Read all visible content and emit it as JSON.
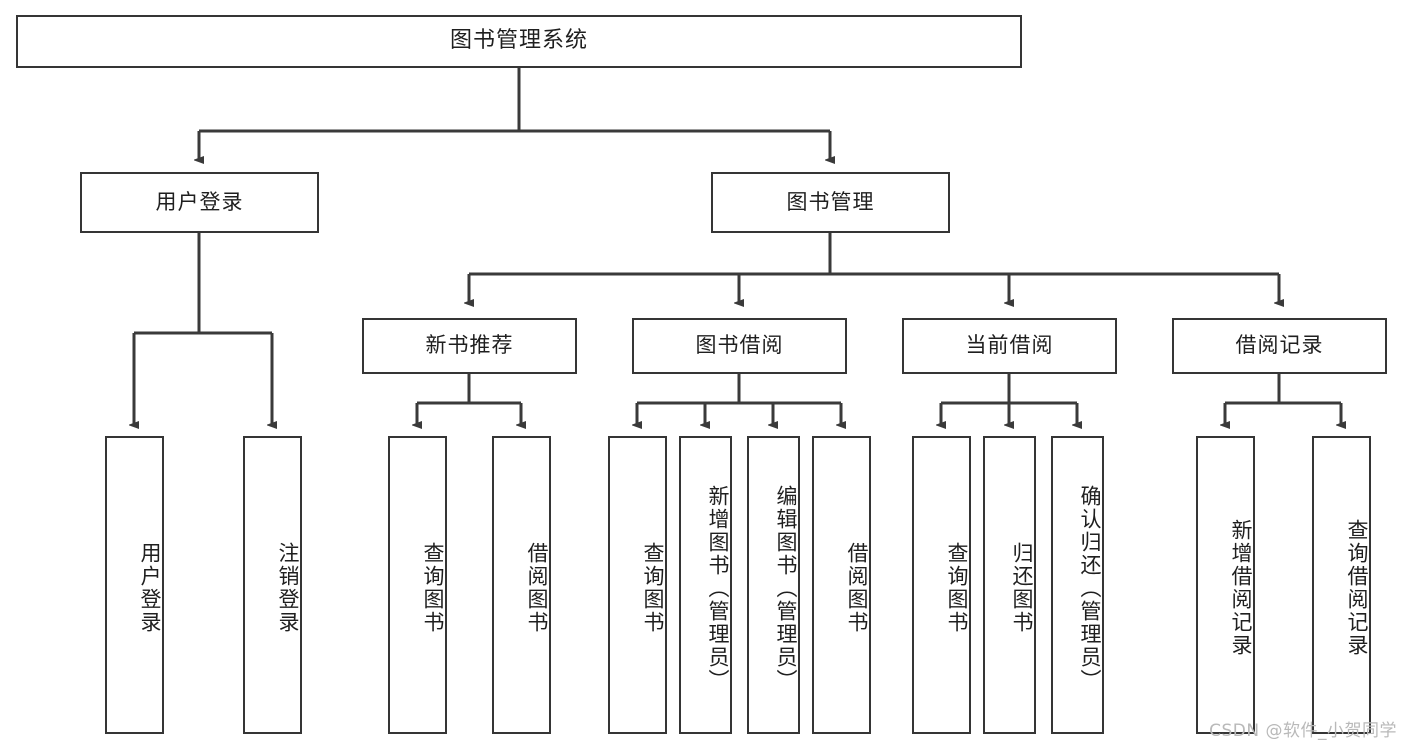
{
  "diagram": {
    "title": "图书管理系统",
    "watermark": "CSDN @软件_小贺同学",
    "colors": {
      "background": "#ffffff",
      "border": "#353535",
      "text": "#1f1f1f",
      "edge": "#3a3a3a",
      "watermark": "#b9b9b9"
    },
    "levels": {
      "level1": [
        {
          "id": "root",
          "label": "图书管理系统"
        }
      ],
      "level2": [
        {
          "id": "user-login",
          "label": "用户登录"
        },
        {
          "id": "book-manage",
          "label": "图书管理"
        }
      ],
      "level3": [
        {
          "id": "new-book-rec",
          "label": "新书推荐"
        },
        {
          "id": "book-borrow",
          "label": "图书借阅"
        },
        {
          "id": "current-borrow",
          "label": "当前借阅"
        },
        {
          "id": "borrow-record",
          "label": "借阅记录"
        }
      ],
      "level4": [
        {
          "id": "leaf-user-login",
          "parent": "user-login",
          "label": "用户登录"
        },
        {
          "id": "leaf-user-logout",
          "parent": "user-login",
          "label": "注销登录"
        },
        {
          "id": "leaf-rec-query",
          "parent": "new-book-rec",
          "label": "查询图书"
        },
        {
          "id": "leaf-rec-borrow",
          "parent": "new-book-rec",
          "label": "借阅图书"
        },
        {
          "id": "leaf-borrow-query",
          "parent": "book-borrow",
          "label": "查询图书"
        },
        {
          "id": "leaf-borrow-add",
          "parent": "book-borrow",
          "label": "新增图书（管理员）"
        },
        {
          "id": "leaf-borrow-edit",
          "parent": "book-borrow",
          "label": "编辑图书（管理员）"
        },
        {
          "id": "leaf-borrow-lend",
          "parent": "book-borrow",
          "label": "借阅图书"
        },
        {
          "id": "leaf-cur-query",
          "parent": "current-borrow",
          "label": "查询图书"
        },
        {
          "id": "leaf-cur-return",
          "parent": "current-borrow",
          "label": "归还图书"
        },
        {
          "id": "leaf-cur-confirm",
          "parent": "current-borrow",
          "label": "确认归还（管理员）"
        },
        {
          "id": "leaf-rec-add",
          "parent": "borrow-record",
          "label": "新增借阅记录"
        },
        {
          "id": "leaf-rec-search",
          "parent": "borrow-record",
          "label": "查询借阅记录"
        }
      ]
    }
  }
}
